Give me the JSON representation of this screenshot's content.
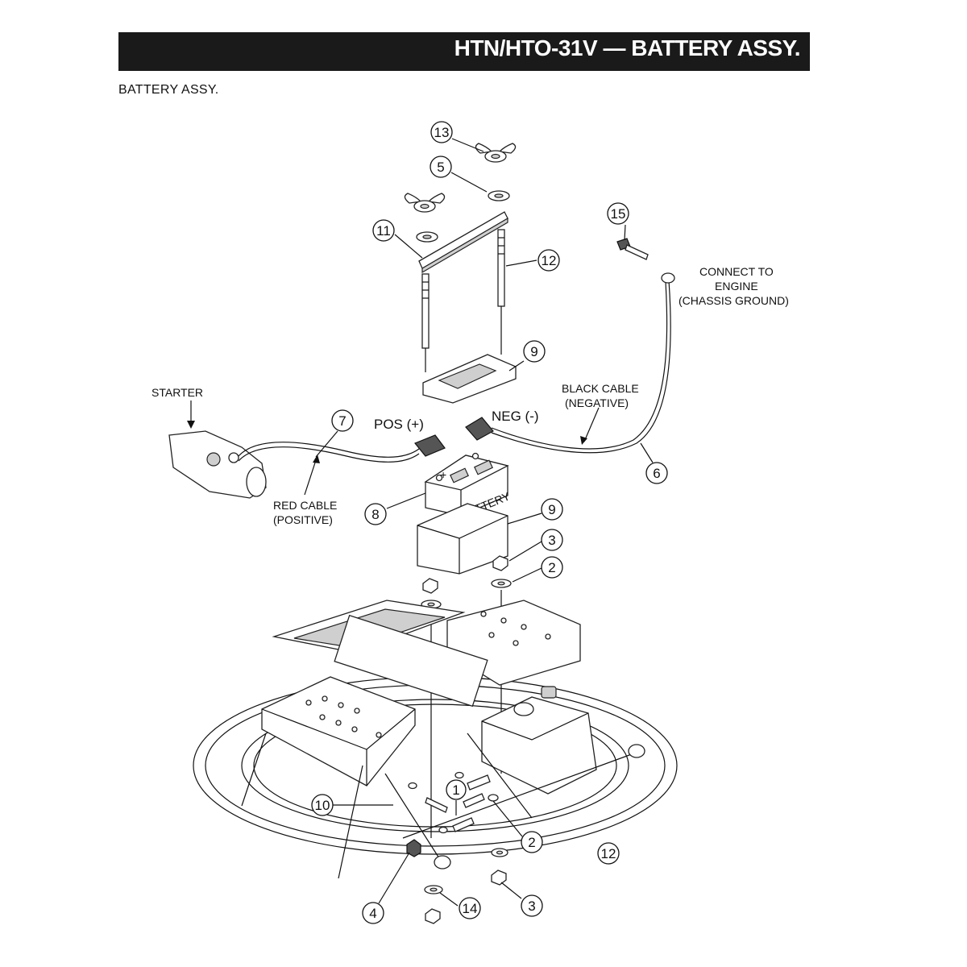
{
  "header": {
    "title": "HTN/HTO-31V — BATTERY ASSY."
  },
  "subtitle": "BATTERY ASSY.",
  "labels": {
    "starter": "STARTER",
    "pos": "POS (+)",
    "neg": "NEG (-)",
    "red_cable_1": "RED CABLE",
    "red_cable_2": "(POSITIVE)",
    "black_cable_1": "BLACK CABLE",
    "black_cable_2": "(NEGATIVE)",
    "connect_1": "CONNECT TO",
    "connect_2": "ENGINE",
    "connect_3": "(CHASSIS GROUND)",
    "battery": "BATTERY",
    "plus": "+"
  },
  "callouts": {
    "c13": "13",
    "c5": "5",
    "c11": "11",
    "c12a": "12",
    "c15": "15",
    "c9a": "9",
    "c7": "7",
    "c6": "6",
    "c8": "8",
    "c9b": "9",
    "c3a": "3",
    "c2a": "2",
    "c10": "10",
    "c1": "1",
    "c2b": "2",
    "c12b": "12",
    "c4": "4",
    "c14": "14",
    "c3b": "3"
  }
}
